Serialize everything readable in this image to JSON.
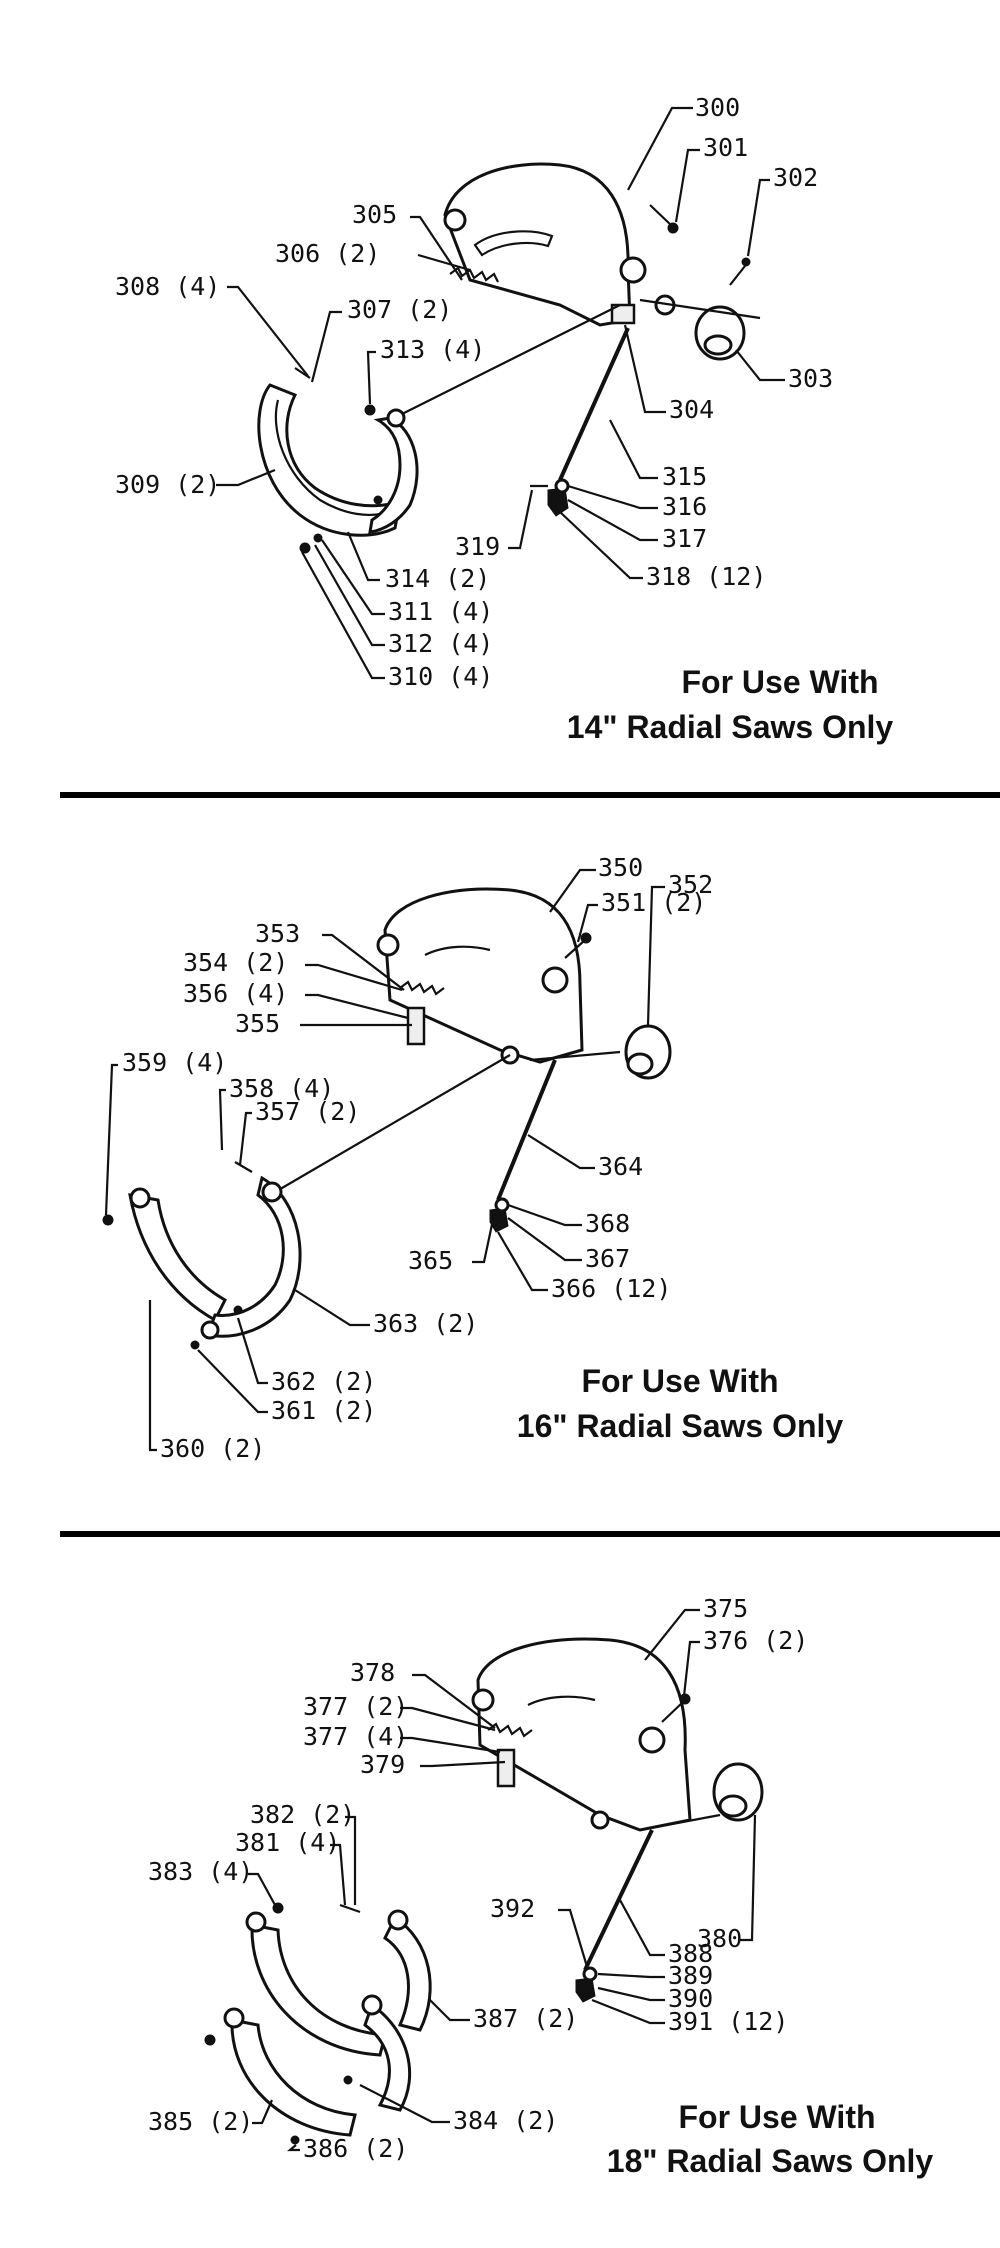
{
  "sections": [
    {
      "id": "14",
      "caption": [
        "For Use With",
        "14\" Radial Saws Only"
      ],
      "labels": [
        "300",
        "301",
        "302",
        "303",
        "304",
        "305",
        "306 (2)",
        "307 (2)",
        "308 (4)",
        "313 (4)",
        "309 (2)",
        "314 (2)",
        "311 (4)",
        "312 (4)",
        "310 (4)",
        "315",
        "316",
        "317",
        "318 (12)",
        "319"
      ]
    },
    {
      "id": "16",
      "caption": [
        "For Use With",
        "16\" Radial Saws Only"
      ],
      "labels": [
        "350",
        "351 (2)",
        "352",
        "353",
        "354 (2)",
        "356 (4)",
        "355",
        "359 (4)",
        "358 (4)",
        "357 (2)",
        "364",
        "368",
        "367",
        "365",
        "366 (12)",
        "363 (2)",
        "362 (2)",
        "361 (2)",
        "360 (2)"
      ]
    },
    {
      "id": "18",
      "caption": [
        "For Use With",
        "18\" Radial Saws Only"
      ],
      "labels": [
        "375",
        "376 (2)",
        "378",
        "377 (2)",
        "377 (4)",
        "379",
        "382 (2)",
        "381 (4)",
        "383 (4)",
        "380",
        "392",
        "388",
        "389",
        "390",
        "391 (12)",
        "387 (2)",
        "385 (2)",
        "384 (2)",
        "386 (2)"
      ]
    }
  ]
}
